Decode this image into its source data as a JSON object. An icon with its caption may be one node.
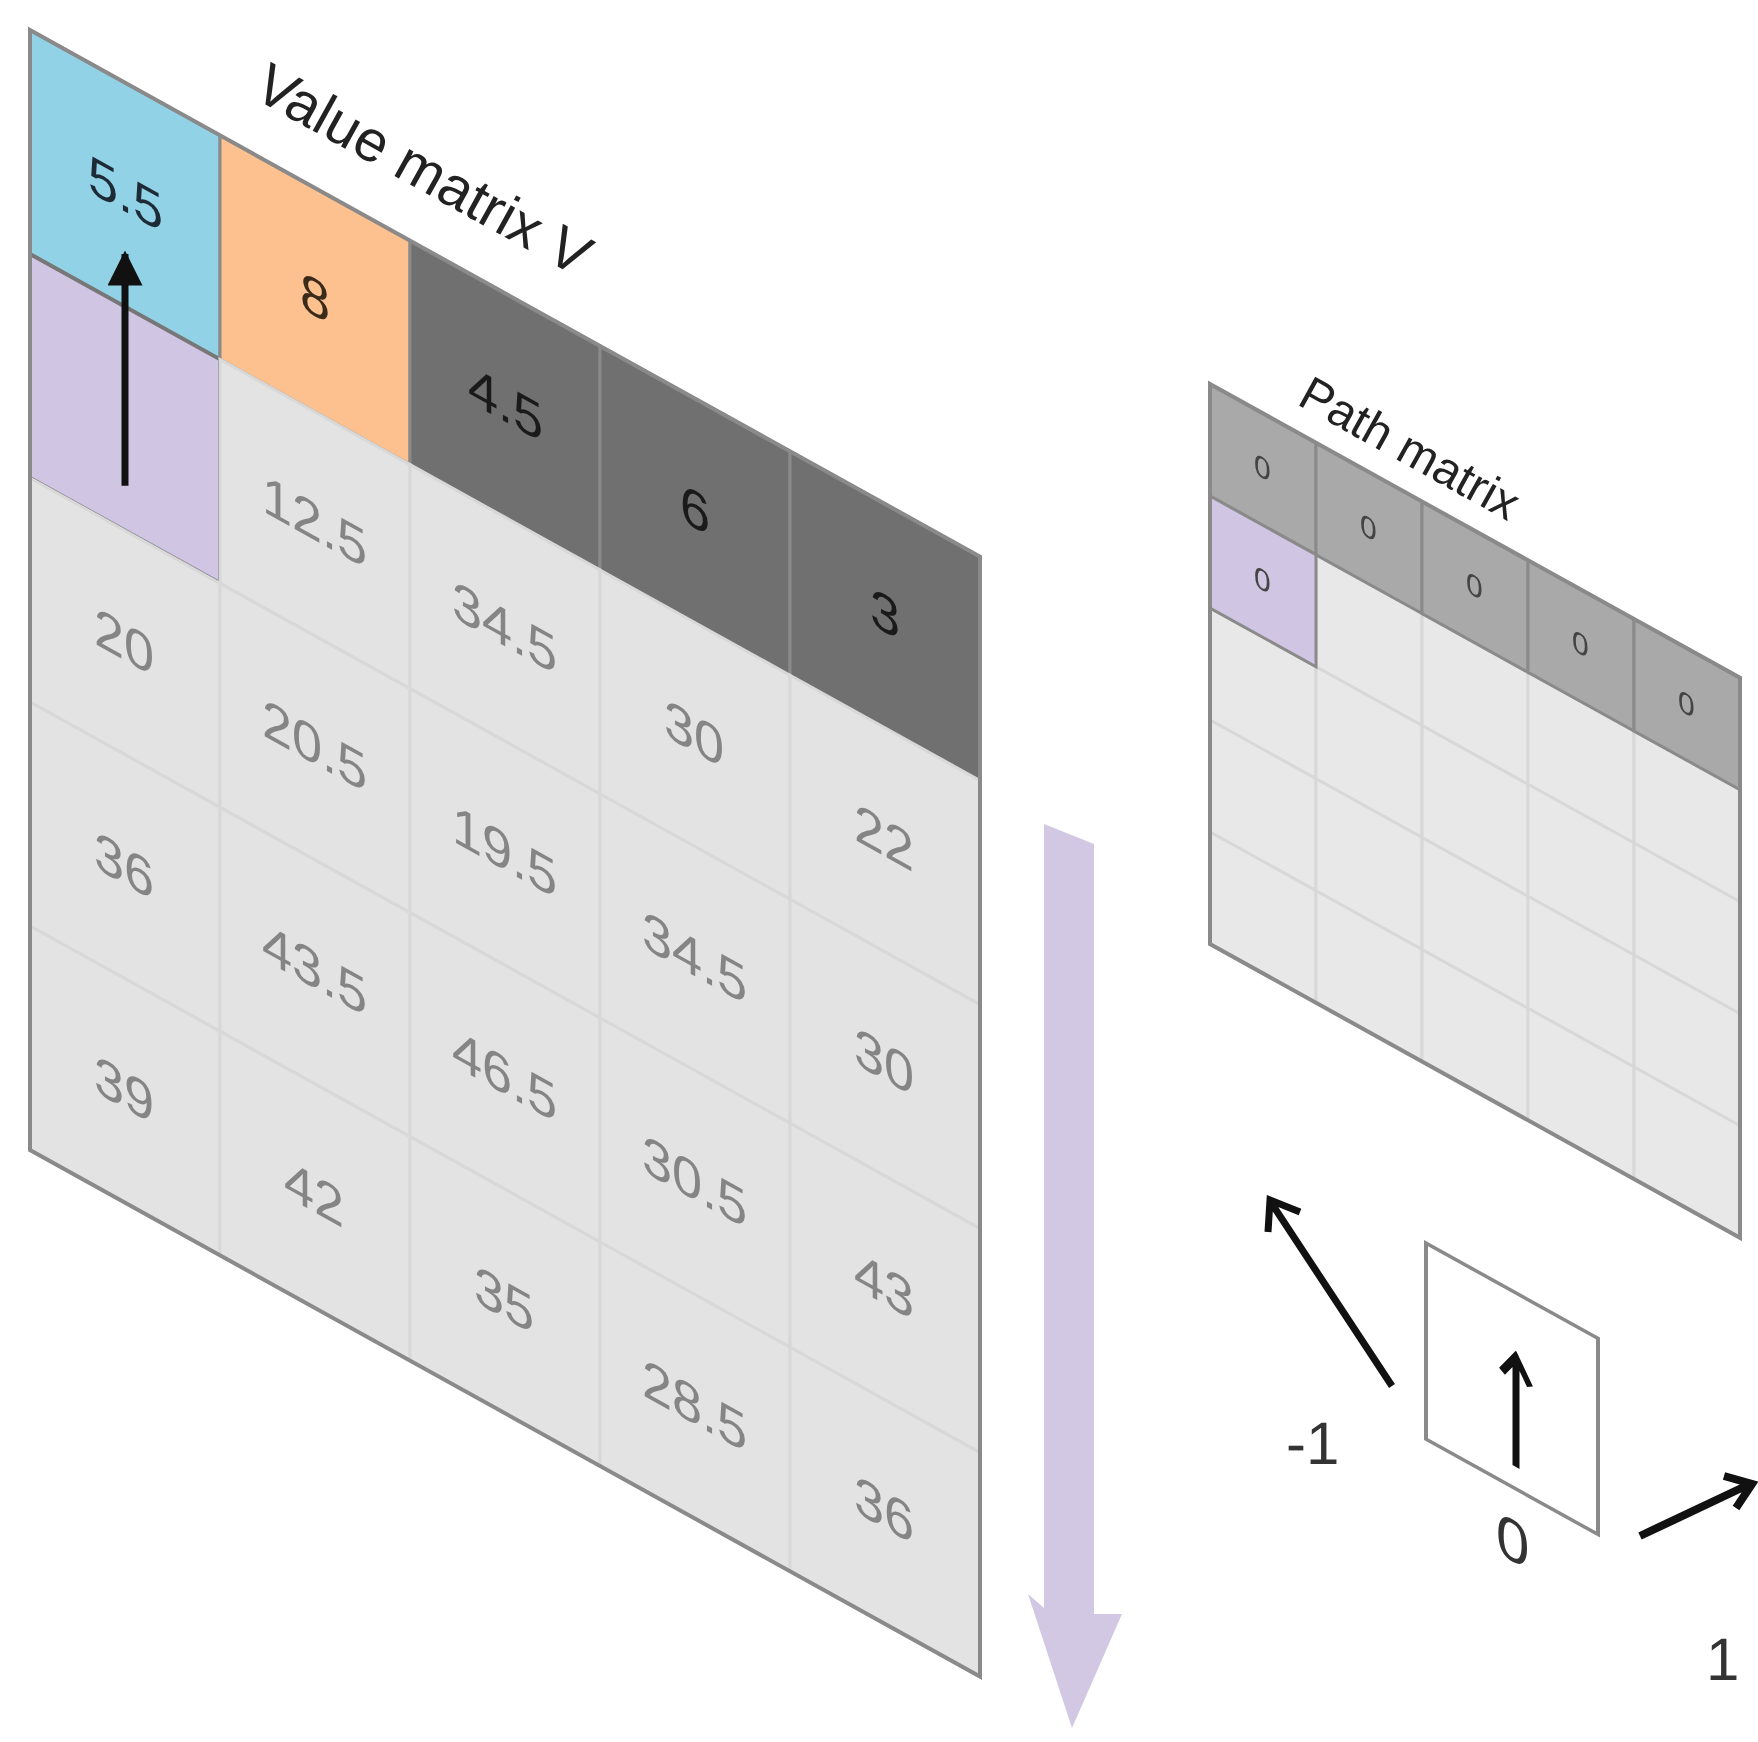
{
  "diagram": {
    "nodes": [
      {
        "text": [
          "Value matrix V"
        ]
      },
      {
        "text": [
          "5.5"
        ],
        "in": 0
      },
      {
        "text": [
          "8"
        ],
        "in": 0
      },
      {
        "text": [
          "4.5"
        ],
        "in": 0
      },
      {
        "text": [
          "6"
        ],
        "in": 0
      },
      {
        "text": [
          "3"
        ],
        "in": 0
      },
      {
        "text": [],
        "shape": "box",
        "in": 0
      },
      {
        "text": [
          "12.5"
        ],
        "in": 0
      },
      {
        "text": [
          "34.5"
        ],
        "in": 0
      },
      {
        "text": [
          "30"
        ],
        "in": 0
      },
      {
        "text": [
          "22"
        ],
        "in": 0
      },
      {
        "text": [
          "20"
        ],
        "in": 0
      },
      {
        "text": [
          "20.5"
        ],
        "in": 0
      },
      {
        "text": [
          "19.5"
        ],
        "in": 0
      },
      {
        "text": [
          "34.5"
        ],
        "in": 0
      },
      {
        "text": [
          "30"
        ],
        "in": 0
      },
      {
        "text": [
          "36"
        ],
        "in": 0
      },
      {
        "text": [
          "43.5"
        ],
        "in": 0
      },
      {
        "text": [
          "46.5"
        ],
        "in": 0
      },
      {
        "text": [
          "30.5"
        ],
        "in": 0
      },
      {
        "text": [
          "43"
        ],
        "in": 0
      },
      {
        "text": [
          "39"
        ],
        "in": 0
      },
      {
        "text": [
          "42"
        ],
        "in": 0
      },
      {
        "text": [
          "35"
        ],
        "in": 0
      },
      {
        "text": [
          "28.5"
        ],
        "in": 0
      },
      {
        "text": [
          "36"
        ],
        "in": 0
      },
      {
        "text": [
          "Path matrix"
        ]
      },
      {
        "text": [
          "0"
        ],
        "in": 26
      },
      {
        "text": [
          "0"
        ],
        "in": 26
      },
      {
        "text": [
          "0"
        ],
        "in": 26
      },
      {
        "text": [
          "0"
        ],
        "in": 26
      },
      {
        "text": [
          "0"
        ],
        "in": 26
      },
      {
        "text": [
          "0"
        ],
        "in": 26
      },
      {
        "text": [
          "0"
        ]
      }
    ],
    "edges": [
      {
        "from": 6,
        "to": 1,
        "arrow": "to"
      }
    ],
    "labels": [
      "-1",
      "1"
    ]
  }
}
